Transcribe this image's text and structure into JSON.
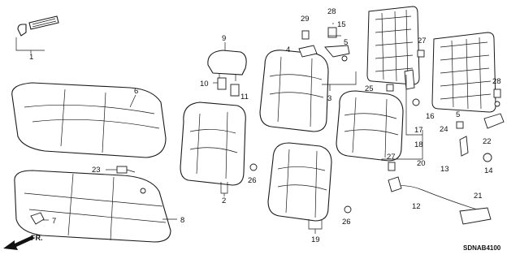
{
  "diagram": {
    "figure_code": "SDNAB4100",
    "direction_label": "FR.",
    "callouts": [
      "1",
      "2",
      "3",
      "4",
      "5",
      "5",
      "6",
      "7",
      "8",
      "9",
      "10",
      "11",
      "12",
      "13",
      "14",
      "15",
      "16",
      "17",
      "18",
      "19",
      "20",
      "21",
      "22",
      "23",
      "24",
      "25",
      "26",
      "26",
      "27",
      "27",
      "28",
      "28",
      "29"
    ]
  }
}
